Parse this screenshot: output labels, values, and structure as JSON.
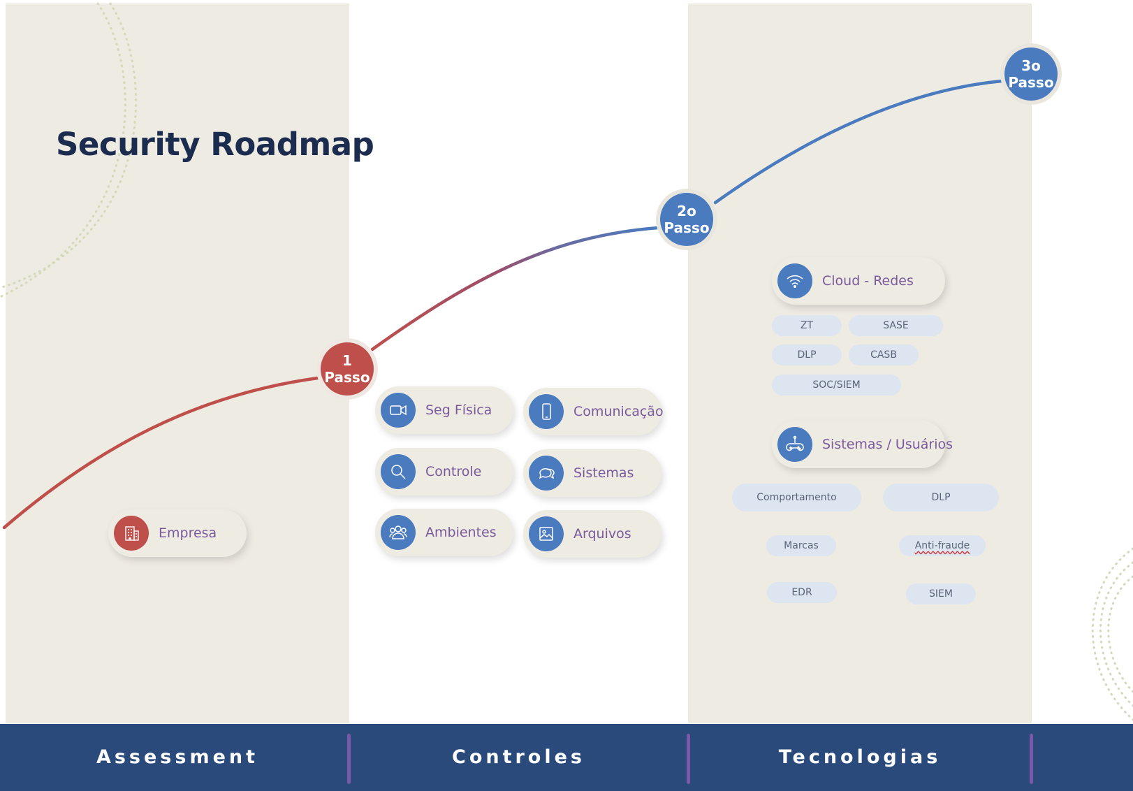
{
  "title": "Security Roadmap",
  "steps": [
    {
      "line1": "1",
      "line2": "Passo"
    },
    {
      "line1": "2o",
      "line2": "Passo"
    },
    {
      "line1": "3o",
      "line2": "Passo"
    }
  ],
  "assessment": {
    "items": [
      {
        "label": "Empresa",
        "icon": "building-icon"
      }
    ]
  },
  "controles": {
    "items": [
      {
        "label": "Seg Física",
        "icon": "video-camera-icon"
      },
      {
        "label": "Comunicação",
        "icon": "smartphone-icon"
      },
      {
        "label": "Controle",
        "icon": "magnifier-icon"
      },
      {
        "label": "Sistemas",
        "icon": "chat-bubbles-icon"
      },
      {
        "label": "Ambientes",
        "icon": "users-icon"
      },
      {
        "label": "Arquivos",
        "icon": "image-icon"
      }
    ]
  },
  "tecnologias": {
    "cloud": {
      "label": "Cloud - Redes",
      "icon": "wifi-icon",
      "tags": [
        "ZT",
        "SASE",
        "DLP",
        "CASB",
        "SOC/SIEM"
      ]
    },
    "sistemas": {
      "label": "Sistemas / Usuários",
      "icon": "gamepad-icon",
      "tags": [
        "Comportamento",
        "DLP",
        "Marcas",
        "Anti-fraude",
        "EDR",
        "SIEM"
      ]
    }
  },
  "footer": [
    "Assessment",
    "Controles",
    "Tecnologias"
  ],
  "colors": {
    "navy": "#2a4a7c",
    "red": "#bf4f4b",
    "blue": "#4a7bbf",
    "beige": "#eeebe3",
    "purple_text": "#7a5a9c",
    "title": "#1b2c4f"
  }
}
